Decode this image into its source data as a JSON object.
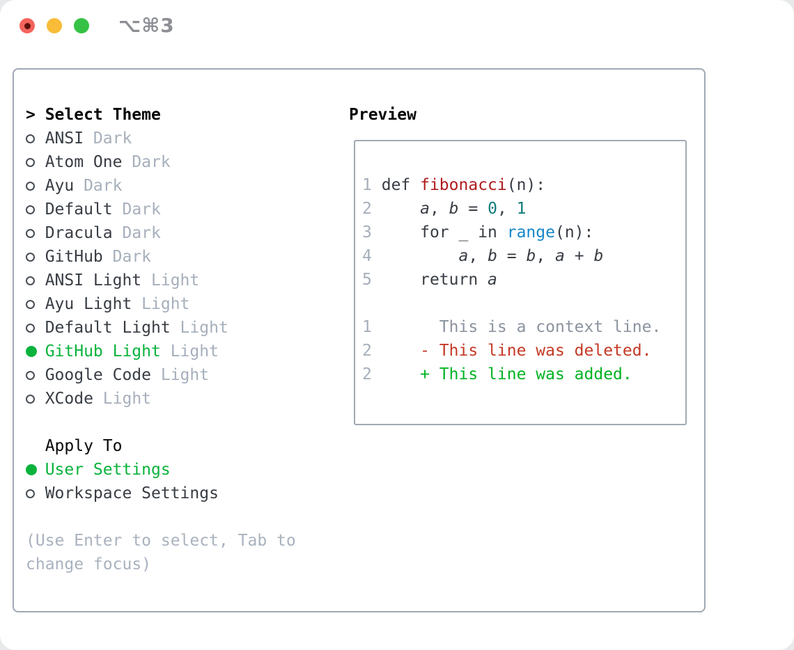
{
  "titlebar": {
    "title": "⌥⌘3",
    "buttons": [
      {
        "name": "close"
      },
      {
        "name": "minimize"
      },
      {
        "name": "zoom"
      }
    ]
  },
  "theme_picker": {
    "header_marker": ">",
    "header": "Select Theme",
    "items": [
      {
        "label": "ANSI",
        "variant": "Dark",
        "selected": false
      },
      {
        "label": "Atom One",
        "variant": "Dark",
        "selected": false
      },
      {
        "label": "Ayu",
        "variant": "Dark",
        "selected": false
      },
      {
        "label": "Default",
        "variant": "Dark",
        "selected": false
      },
      {
        "label": "Dracula",
        "variant": "Dark",
        "selected": false
      },
      {
        "label": "GitHub",
        "variant": "Dark",
        "selected": false
      },
      {
        "label": "ANSI Light",
        "variant": "Light",
        "selected": false
      },
      {
        "label": "Ayu Light",
        "variant": "Light",
        "selected": false
      },
      {
        "label": "Default Light",
        "variant": "Light",
        "selected": false
      },
      {
        "label": "GitHub Light",
        "variant": "Light",
        "selected": true
      },
      {
        "label": "Google Code",
        "variant": "Light",
        "selected": false
      },
      {
        "label": "XCode",
        "variant": "Light",
        "selected": false
      }
    ],
    "apply_to": {
      "header": "Apply To",
      "options": [
        {
          "label": "User Settings",
          "selected": true
        },
        {
          "label": "Workspace Settings",
          "selected": false
        }
      ]
    },
    "hint_lines": [
      "(Use Enter to select, Tab to",
      "change focus)"
    ]
  },
  "preview": {
    "header": "Preview",
    "lines": [
      {
        "number": "1",
        "segments": [
          [
            "def ",
            "fg"
          ],
          [
            "fibonacci",
            "fn"
          ],
          [
            "(n):",
            "fg"
          ]
        ]
      },
      {
        "number": "2",
        "segments": [
          [
            "    ",
            "fg"
          ],
          [
            "a",
            "var"
          ],
          [
            ", ",
            "fg"
          ],
          [
            "b",
            "var"
          ],
          [
            " = ",
            "fg"
          ],
          [
            "0",
            "num"
          ],
          [
            ", ",
            "fg"
          ],
          [
            "1",
            "num"
          ]
        ]
      },
      {
        "number": "3",
        "segments": [
          [
            "    for _ in ",
            "fg"
          ],
          [
            "range",
            "builtin"
          ],
          [
            "(n):",
            "fg"
          ]
        ]
      },
      {
        "number": "4",
        "segments": [
          [
            "        ",
            "fg"
          ],
          [
            "a",
            "var"
          ],
          [
            ", ",
            "fg"
          ],
          [
            "b",
            "var"
          ],
          [
            " = ",
            "fg"
          ],
          [
            "b",
            "var"
          ],
          [
            ", ",
            "fg"
          ],
          [
            "a",
            "var"
          ],
          [
            " + ",
            "fg"
          ],
          [
            "b",
            "var"
          ]
        ]
      },
      {
        "number": "5",
        "segments": [
          [
            "    return ",
            "fg"
          ],
          [
            "a",
            "var"
          ]
        ]
      },
      {
        "blank": true
      },
      {
        "number": "1",
        "segments": [
          [
            "      This is a context line.",
            "context"
          ]
        ]
      },
      {
        "number": "2",
        "segments": [
          [
            "    - This line was deleted.",
            "deleted"
          ]
        ]
      },
      {
        "number": "2",
        "segments": [
          [
            "    + This line was added.",
            "added"
          ]
        ]
      }
    ]
  },
  "colors": {
    "selected_green": "#0ab33c",
    "function_red": "#b01b1e",
    "number_teal": "#0f7b7c",
    "builtin_blue": "#1787c9",
    "deleted_red": "#c43a26",
    "added_green": "#00b322",
    "context_gray": "#8b939e",
    "muted_gray": "#a6afbb",
    "panel_border": "#9fa9b3",
    "traffic_red": "#f3645c",
    "traffic_yellow": "#f8bc38",
    "traffic_green": "#36c245"
  }
}
